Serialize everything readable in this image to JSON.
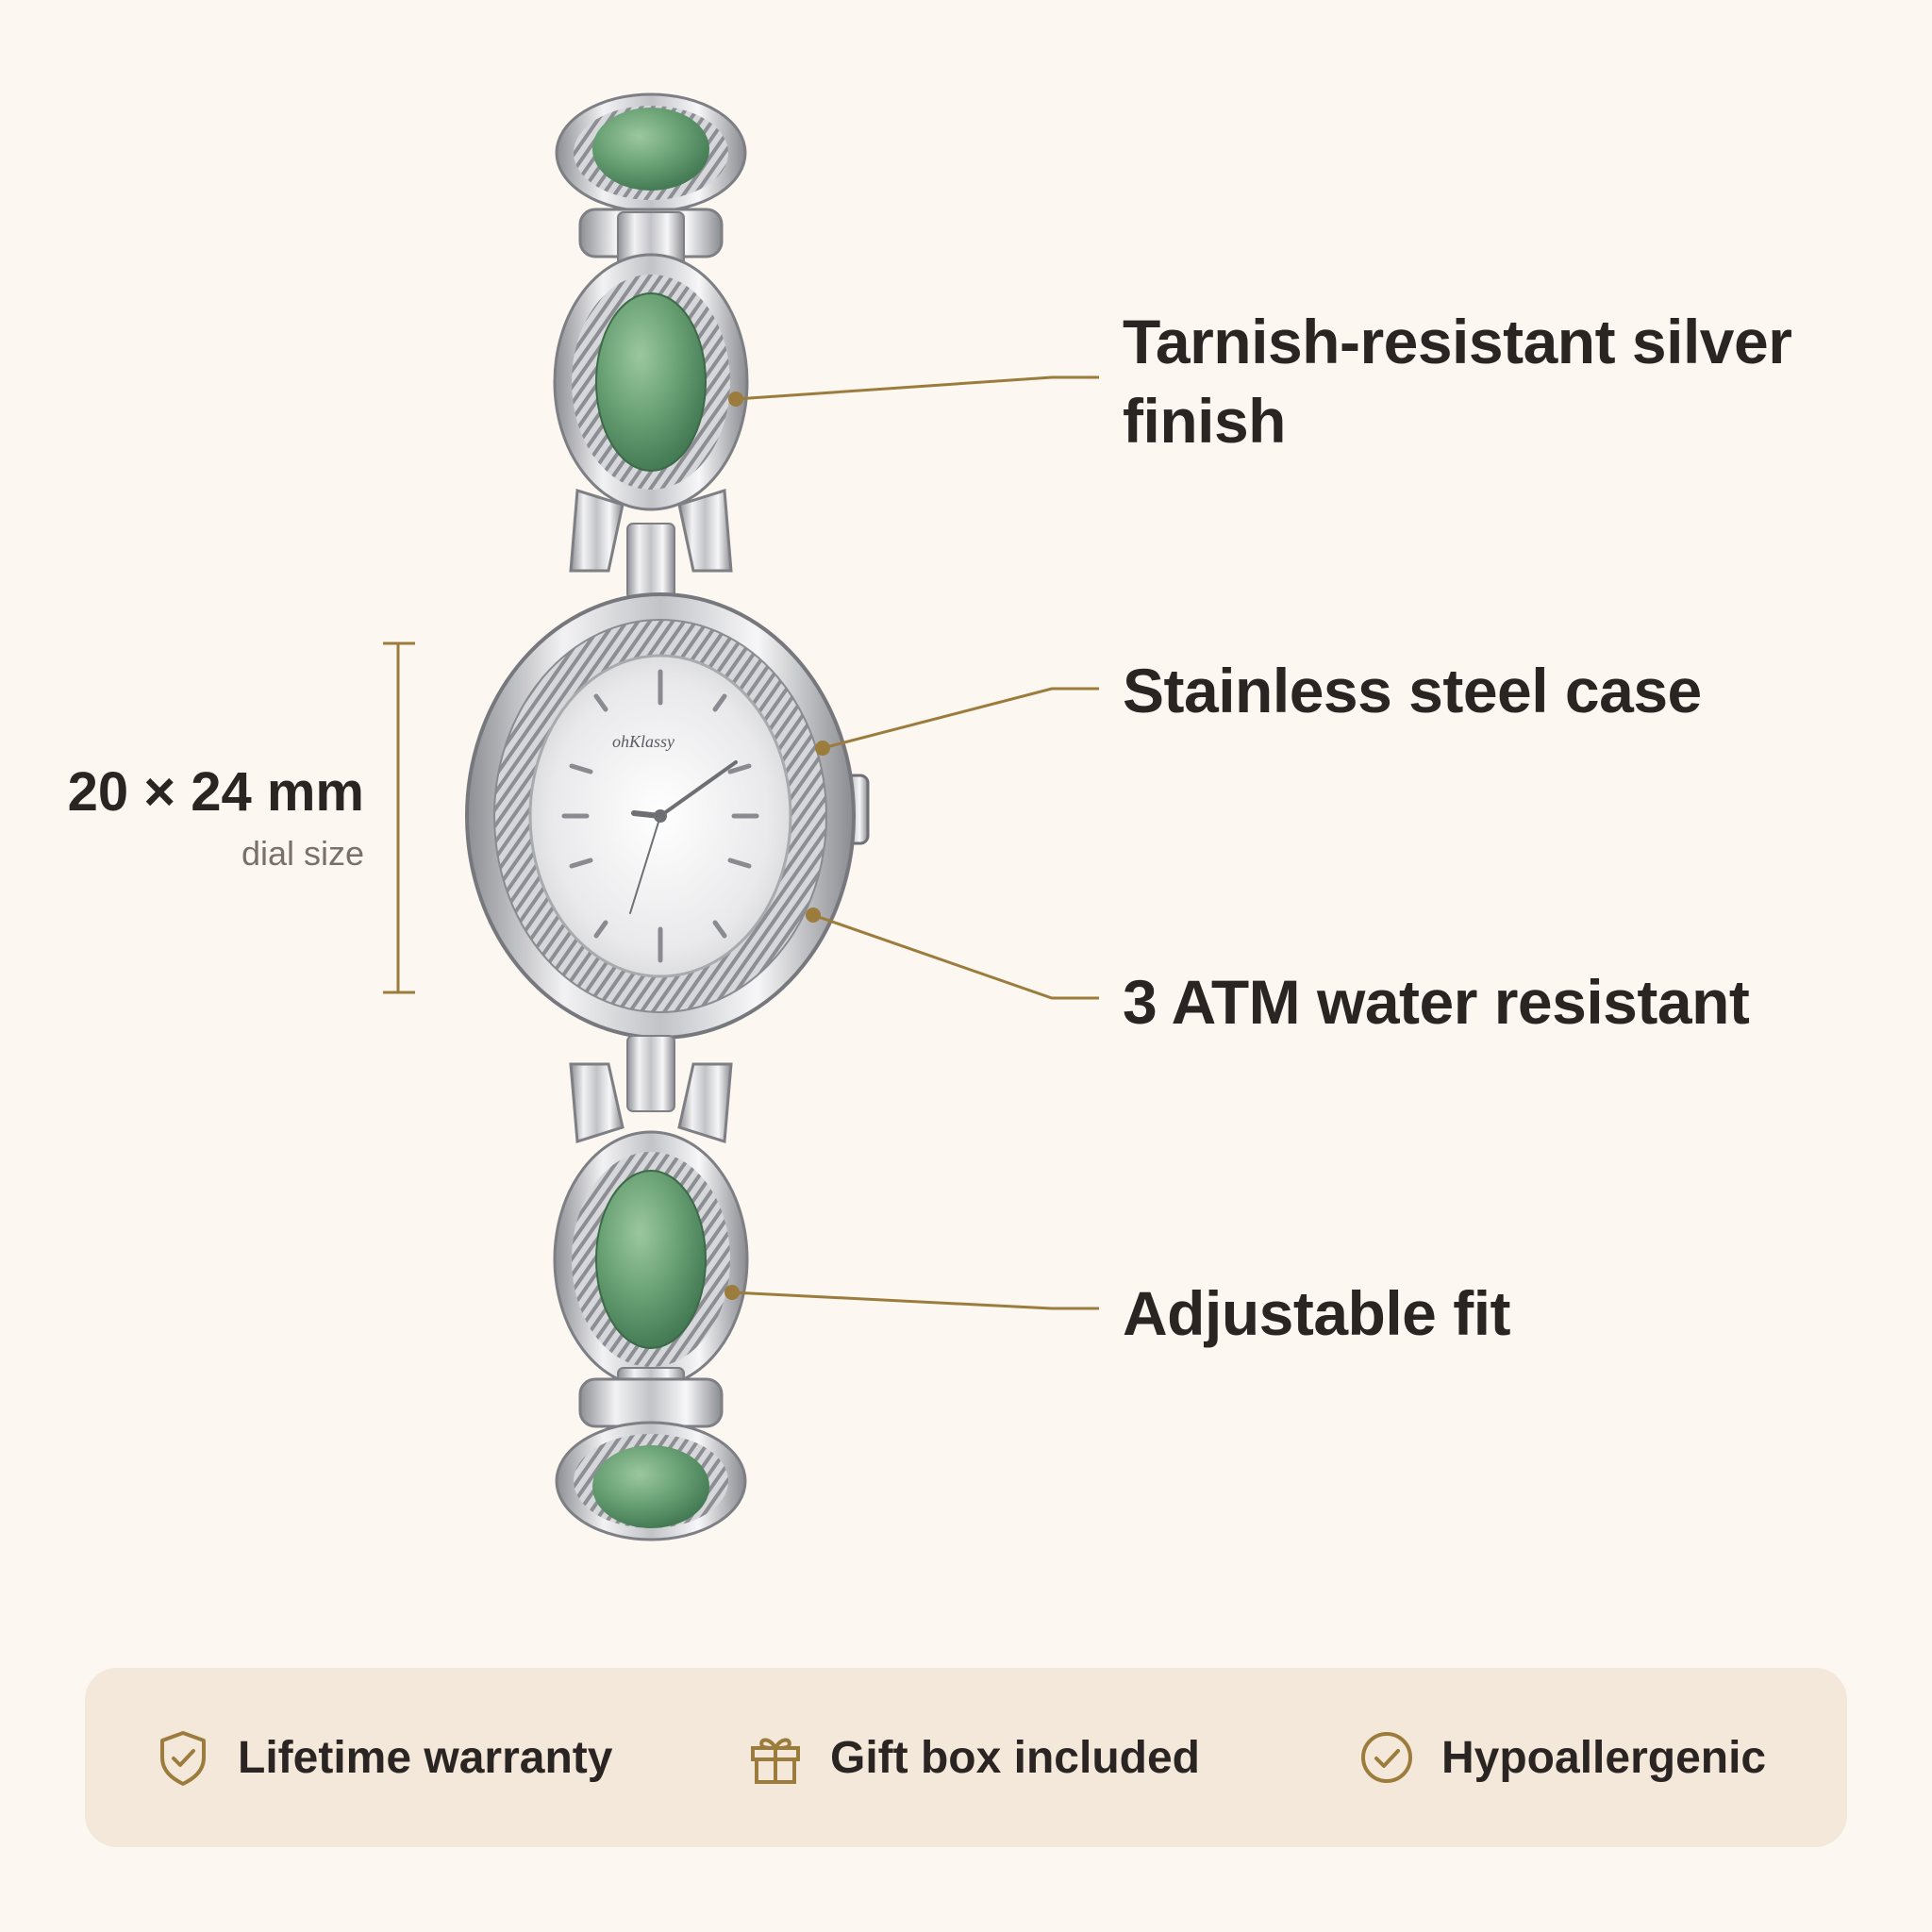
{
  "colors": {
    "background": "#fcf7f1",
    "accent": "#9c7c3c",
    "text": "#2a2522",
    "muted": "#7a706a",
    "badge_background": "#f3e8da",
    "stone": "#5f9a6c",
    "steel": "#d9d9dc"
  },
  "product": {
    "brand": "ohKlassy"
  },
  "dimension": {
    "value": "20 × 24 mm",
    "label": "dial size"
  },
  "features": [
    {
      "label": "Tarnish-resistant silver finish"
    },
    {
      "label": "Stainless steel case"
    },
    {
      "label": "3 ATM water resistant"
    },
    {
      "label": "Adjustable fit"
    }
  ],
  "badges": [
    {
      "icon": "shield-check-icon",
      "label": "Lifetime warranty"
    },
    {
      "icon": "gift-icon",
      "label": "Gift box included"
    },
    {
      "icon": "circle-check-icon",
      "label": "Hypoallergenic"
    }
  ]
}
